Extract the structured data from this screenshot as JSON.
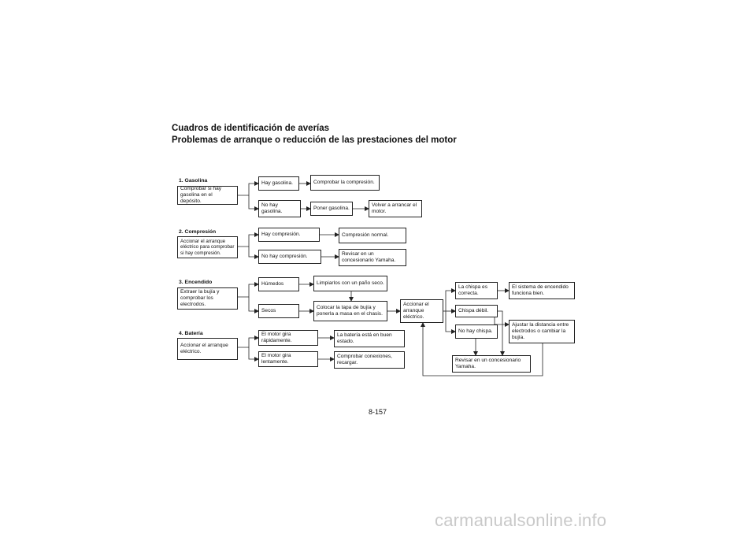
{
  "header": {
    "title": "Cuadros de identificación de averías",
    "subtitle": "Problemas de arranque o reducción de las prestaciones del motor"
  },
  "sections": {
    "gasolina": {
      "title": "1. Gasolina",
      "check": "Comprobar si hay\ngasolina en el depósito.",
      "yes": "Hay gasolina.",
      "yes_action": "Comprobar la compresión.",
      "no": "No hay\ngasolina.",
      "no_action": "Poner gasolina.",
      "no_result": "Volver a arrancar el\nmotor."
    },
    "compresion": {
      "title": "2. Compresión",
      "check": "Accionar el arranque\neléctrico para comprobar\nsi hay compresión.",
      "yes": "Hay compresión.",
      "yes_result": "Compresión normal.",
      "no": "No hay compresión.",
      "no_result": "Revisar en un\nconcesionario Yamaha."
    },
    "encendido": {
      "title": "3. Encendido",
      "check": "Extraer la bujía y\ncomprobar los\nelectrodos.",
      "wet": "Húmedos",
      "wet_action": "Limpiarlos con un paño seco.",
      "dry": "Secos",
      "dry_action": "Colocar la tapa de bujía y\nponerla a masa en el chasis.",
      "start": "Accionar el\narranque\neléctrico.",
      "spark_ok": "La chispa es\ncorrecta.",
      "spark_ok_result": "El sistema de encendido\nfunciona bien.",
      "spark_weak": "Chispa débil.",
      "no_spark": "No hay chispa.",
      "adjust": "Ajustar la distancia entre\nelectrodos o cambiar la\nbujía.",
      "dealer": "Revisar en un concesionario\nYamaha."
    },
    "bateria": {
      "title": "4. Batería",
      "check": "Accionar el arranque\neléctrico.",
      "fast": "El motor gira\nrápidamente.",
      "fast_result": "La batería está en buen\nestado.",
      "slow": "El motor gira\nlentamente.",
      "slow_result": "Comprobar conexiones,\nrecargar."
    }
  },
  "footer": {
    "page_number": "8-157",
    "watermark": "carmanualsonline.info"
  },
  "colors": {
    "line": "#222222",
    "watermark": "#c9c9c9"
  }
}
